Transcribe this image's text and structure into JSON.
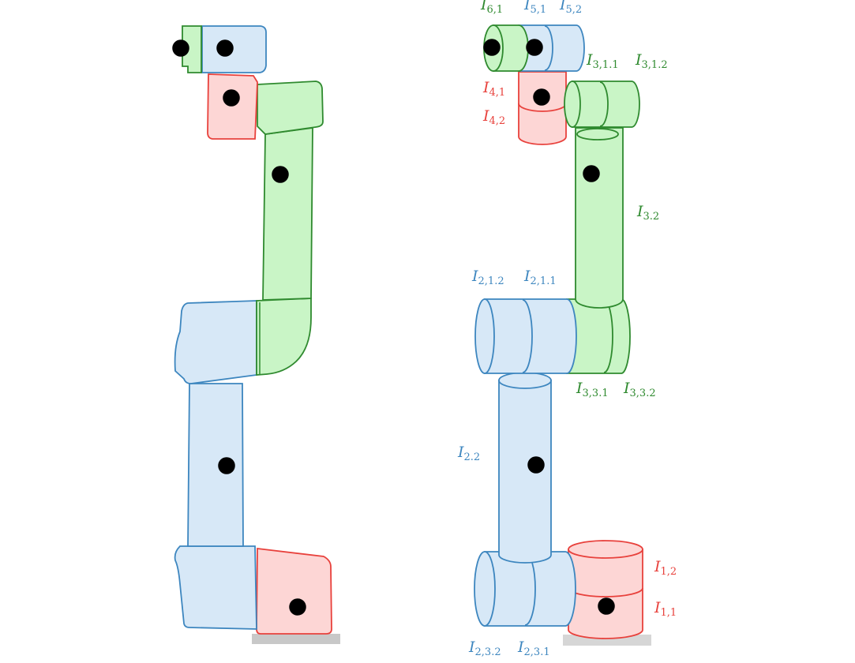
{
  "colors": {
    "red_stroke": "#e8413c",
    "red_fill": "#fdd6d5",
    "blue_stroke": "#3d86bf",
    "blue_fill": "#d7e8f7",
    "green_stroke": "#2f8a2f",
    "green_fill": "#c9f5c6",
    "base_fill": "#c8c8c8"
  },
  "labels": {
    "I61": {
      "main": "I",
      "sub": "6,1",
      "group": "green"
    },
    "I51": {
      "main": "I",
      "sub": "5,1",
      "group": "blue"
    },
    "I52": {
      "main": "I",
      "sub": "5,2",
      "group": "blue"
    },
    "I311": {
      "main": "I",
      "sub": "3,1.1",
      "group": "green"
    },
    "I312": {
      "main": "I",
      "sub": "3,1.2",
      "group": "green"
    },
    "I41": {
      "main": "I",
      "sub": "4,1",
      "group": "red"
    },
    "I42": {
      "main": "I",
      "sub": "4,2",
      "group": "red"
    },
    "I32": {
      "main": "I",
      "sub": "3.2",
      "group": "green"
    },
    "I212": {
      "main": "I",
      "sub": "2,1.2",
      "group": "blue"
    },
    "I211": {
      "main": "I",
      "sub": "2,1.1",
      "group": "blue"
    },
    "I331": {
      "main": "I",
      "sub": "3,3.1",
      "group": "green"
    },
    "I332": {
      "main": "I",
      "sub": "3,3.2",
      "group": "green"
    },
    "I22": {
      "main": "I",
      "sub": "2.2",
      "group": "blue"
    },
    "I12": {
      "main": "I",
      "sub": "1,2",
      "group": "red"
    },
    "I11": {
      "main": "I",
      "sub": "1,1",
      "group": "red"
    },
    "I232": {
      "main": "I",
      "sub": "2,3.2",
      "group": "blue"
    },
    "I231": {
      "main": "I",
      "sub": "2,3.1",
      "group": "blue"
    }
  }
}
